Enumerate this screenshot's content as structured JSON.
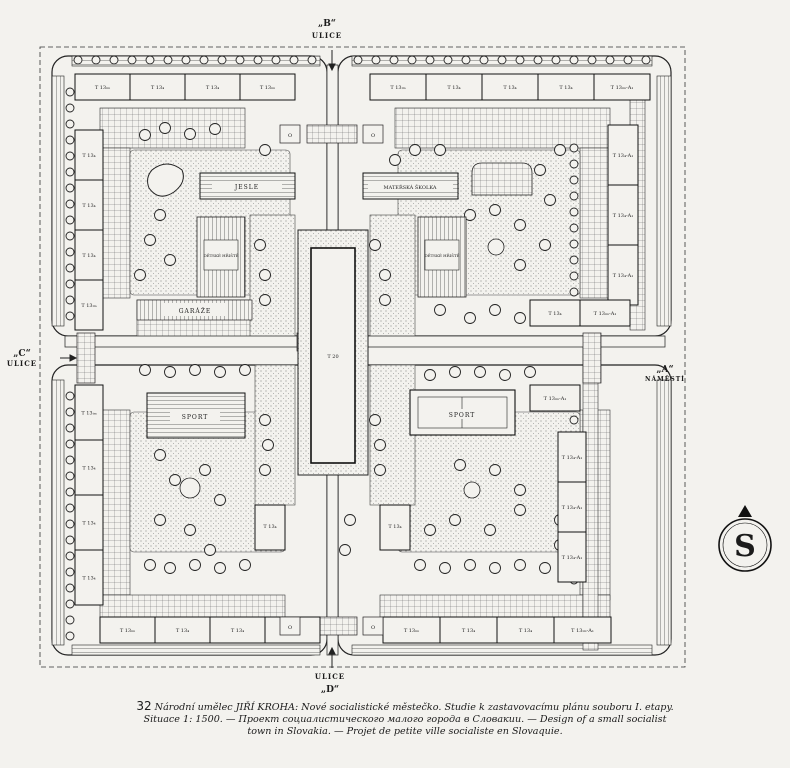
{
  "streets": {
    "b_quote": "„B“",
    "b_name": "ULICE",
    "c_quote": "„C“",
    "c_name": "ULICE",
    "a_quote": "„A“",
    "a_name": "NÁMĚSTÍ",
    "d_name": "ULICE",
    "d_quote": "„D“"
  },
  "facilities": {
    "jesle": "JESLE",
    "materska_skola": "MATEŘSKÁ ŠKOLKA",
    "garaze": "GARÁŽE",
    "sport_left": "SPORT",
    "sport_right": "SPORT",
    "detske_hriste_left": "DĚTSKÉ HŘIŠTĚ",
    "detske_hriste_right": "DĚTSKÉ HŘIŠTĚ",
    "tower": "T 20",
    "zone_o": "O"
  },
  "building_labels": {
    "tl_top": [
      "T 13ᵢₘ",
      "T 13₄",
      "T 13₄",
      "T 13ᵢₘ"
    ],
    "tl_side": [
      "T 13₄",
      "T 13₄",
      "T 13₄",
      "T 13ᵢₘ"
    ],
    "tr_top": [
      "T 13ᵢₘ",
      "T 13₄",
      "T 13₄",
      "T 13₄",
      "T 13ᵢₘ-A₁"
    ],
    "tr_side": [
      "T 13₄-A₁",
      "T 13₄-A₁",
      "T 13₄-A₁"
    ],
    "tr_bottom": [
      "T 13₄",
      "T 13ᵢₘ-A₁"
    ],
    "bl_side": [
      "T 13ᵢₘ",
      "T 13₄",
      "T 13₄",
      "T 13₄"
    ],
    "bl_bottom": [
      "T 13ᵢₘ",
      "T 13₄",
      "T 13₄",
      "T 13ᵢₘ"
    ],
    "br_top": [
      "T 13ᵢₘ-A₁"
    ],
    "br_side": [
      "T 13₄-A₁",
      "T 13₄-A₁",
      "T 13₄-A₁"
    ],
    "br_bottom": [
      "T 13ᵢₘ",
      "T 13₄",
      "T 13₄",
      "T 13ᵢₘ-A₁"
    ],
    "inner_left": "T 13₄",
    "inner_right": "T 13₄"
  },
  "logo_letter": "S",
  "caption": {
    "number": "32",
    "line1": "Národní umělec JIŘÍ KROHA: Nové socialistické městečko. Studie k zastavovacímu plánu souboru I. etapy.",
    "line2": "Situace 1: 1500. — Проект социалистического малого города в Словакии. — Design of a small socialist",
    "line3": "town in Slovakia. — Projet de petite ville socialiste en Slovaquie."
  }
}
